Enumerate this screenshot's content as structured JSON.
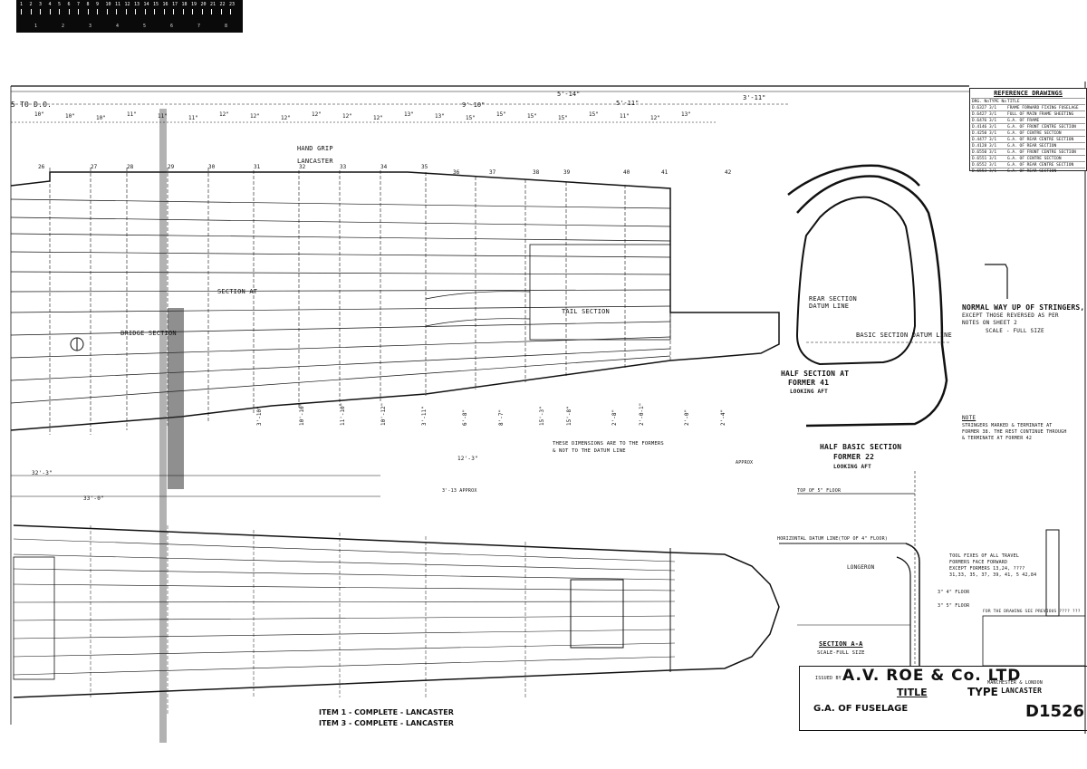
{
  "ruler": {
    "top_numbers": [
      "1",
      "2",
      "3",
      "4",
      "5",
      "6",
      "7",
      "8",
      "9",
      "10",
      "11",
      "12",
      "13",
      "14",
      "15",
      "16",
      "17",
      "18",
      "19",
      "20",
      "21",
      "22",
      "23"
    ],
    "bottom_numbers": [
      "1",
      "2",
      "3",
      "4",
      "5",
      "6",
      "7",
      "8"
    ]
  },
  "reference_table": {
    "title": "REFERENCE DRAWINGS",
    "header": [
      "DRG. No",
      "TYPE No",
      "TITLE"
    ],
    "rows": [
      [
        "D.6327",
        "3/1",
        "FRAME FORWARD FIXING FUSELAGE"
      ],
      [
        "D.6427",
        "3/1",
        "FULL OF MAIN FRAME SHEETING"
      ],
      [
        "D.6476",
        "3/1",
        "G.A. OF FRAME"
      ],
      [
        "D.4146",
        "3/1",
        "G.A. OF FRONT CENTRE SECTION"
      ],
      [
        "D.4250",
        "3/1",
        "G.A. OF CENTRE SECTION"
      ],
      [
        "D.4477",
        "3/1",
        "G.A. OF REAR CENTRE SECTION"
      ],
      [
        "D.4128",
        "3/1",
        "G.A. OF REAR SECTION"
      ],
      [
        "D.6550",
        "3/1",
        "G.A. OF FRONT CENTRE SECTION"
      ],
      [
        "D.6551",
        "3/1",
        "G.A. OF CENTRE SECTION"
      ],
      [
        "D.6552",
        "3/1",
        "G.A. OF REAR CENTRE SECTION"
      ],
      [
        "D.6553",
        "3/1",
        "G.A. OF REAR SECTION"
      ]
    ]
  },
  "top_dims": [
    "5'-14\"",
    "5'-11\"",
    "9'-10\"",
    "3'-11\""
  ],
  "frame_dims": [
    "10\"",
    "10\"",
    "10\"",
    "11\"",
    "11\"",
    "11\"",
    "12\"",
    "12\"",
    "12\"",
    "12\"",
    "12\"",
    "12\"",
    "13\"",
    "13\"",
    "15\"",
    "15\"",
    "15\"",
    "15\"",
    "15\"",
    "11\"",
    "12\"",
    "13\""
  ],
  "formers": [
    "26",
    "27",
    "28",
    "29",
    "30",
    "31",
    "32",
    "33",
    "34",
    "35",
    "36",
    "37",
    "38",
    "39",
    "40",
    "41",
    "42"
  ],
  "labels": {
    "top_left": "5 TO D.O.",
    "handgrip": "HAND GRIP",
    "lancaster": "LANCASTER",
    "section_a": "SECTION AT",
    "bridge_note": "BRIDGE SECTION",
    "tail_section": "TAIL SECTION",
    "half_section": "HALF SECTION AT",
    "former_41": "FORMER 41",
    "looking_aft": "LOOKING AFT",
    "half_basic": "HALF BASIC SECTION",
    "former_22": "FORMER 22",
    "looking_aft2": "LOOKING AFT",
    "basic_datum": "BASIC SECTION DATUM LINE",
    "rear_section": "REAR SECTION",
    "datum_line": "DATUM LINE",
    "normal_way": "NORMAL WAY UP OF STRINGERS,",
    "normal_way2": "EXCEPT THOSE REVERSED AS PER",
    "normal_way3": "NOTES ON SHEET 2",
    "scale_full": "SCALE - FULL SIZE",
    "note": "NOTE",
    "note1": "STRINGERS MARKED & TERMINATE AT",
    "note2": "FORMER 38. THE REST CONTINUE THROUGH",
    "note3": "& TERMINATE AT FORMER 42",
    "dims_note": "THESE DIMENSIONS ARE TO THE FORMERS",
    "dims_note2": "& NOT TO THE DATUM LINE",
    "top_floor": "TOP OF 5\" FLOOR",
    "horiz_datum": "HORIZONTAL DATUM LINE(TOP OF 4\" FLOOR)",
    "longeron": "LONGERON",
    "tool_fixes": "TOOL FIXES OF ALL TRAVEL",
    "tool_fixes2": "FORMERS FACE FORWARD",
    "tool_fixes3": "EXCEPT FORMERS 13,24, ????",
    "tool_fixes4": "31,33, 35, 37, 39, 41, 5 42,84",
    "floor1": "3\" 4\" FLOOR",
    "floor2": "3\" 5\" FLOOR",
    "section_aa": "SECTION A-A",
    "scale_aa": "SCALE-FULL SIZE",
    "plan_note": "FOR THE DRAWING SEE PREVIOUS ???? ???",
    "approx": "APPROX",
    "approx2": "3'-13 APPROX",
    "left_dim1": "32'-3\"",
    "left_dim2": "33'-0\"",
    "dim_s": "12'-3\""
  },
  "vertical_dims": [
    "3'-10\"",
    "10'-10\"",
    "11'-10\"",
    "10'-12\"",
    "3'-11\"",
    "6'-8\"",
    "8'-7\"",
    "15'-3\"",
    "15'-8\"",
    "2'-8\"",
    "2'-0-1\"",
    "2'-0\"",
    "2'-4\""
  ],
  "items": [
    "ITEM 1 - COMPLETE - LANCASTER",
    "ITEM 3 - COMPLETE - LANCASTER"
  ],
  "title_block": {
    "issued_by": "ISSUED BY",
    "company": "A.V. ROE & Co. LTD",
    "city": "MANCHESTER & LONDON",
    "title_word": "TITLE",
    "description": "G.A. OF FUSELAGE",
    "type_word": "TYPE",
    "type_value": "LANCASTER",
    "drawing_no": "D1526"
  },
  "colors": {
    "ink": "#111111",
    "paper": "#ffffff"
  }
}
